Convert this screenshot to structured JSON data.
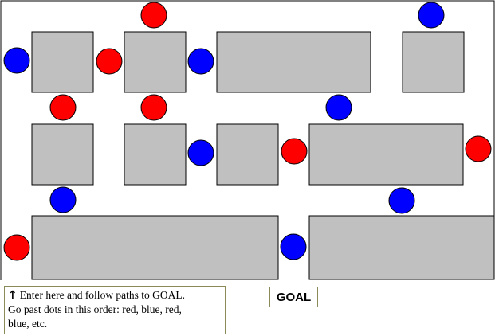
{
  "colors": {
    "red": "#ff0000",
    "blue": "#0000ff",
    "block": "#c0c0c0"
  },
  "instructions": {
    "arrow_icon": "arrow-up-icon",
    "line1": "Enter here and follow paths to GOAL.",
    "line2": "Go past dots in this order: red, blue, red,",
    "line3": "blue, etc."
  },
  "goal": {
    "label": "GOAL"
  },
  "dots": [
    "red",
    "blue",
    "blue",
    "red",
    "blue",
    "red",
    "red",
    "blue",
    "blue",
    "red",
    "red",
    "blue",
    "blue",
    "red",
    "blue"
  ]
}
